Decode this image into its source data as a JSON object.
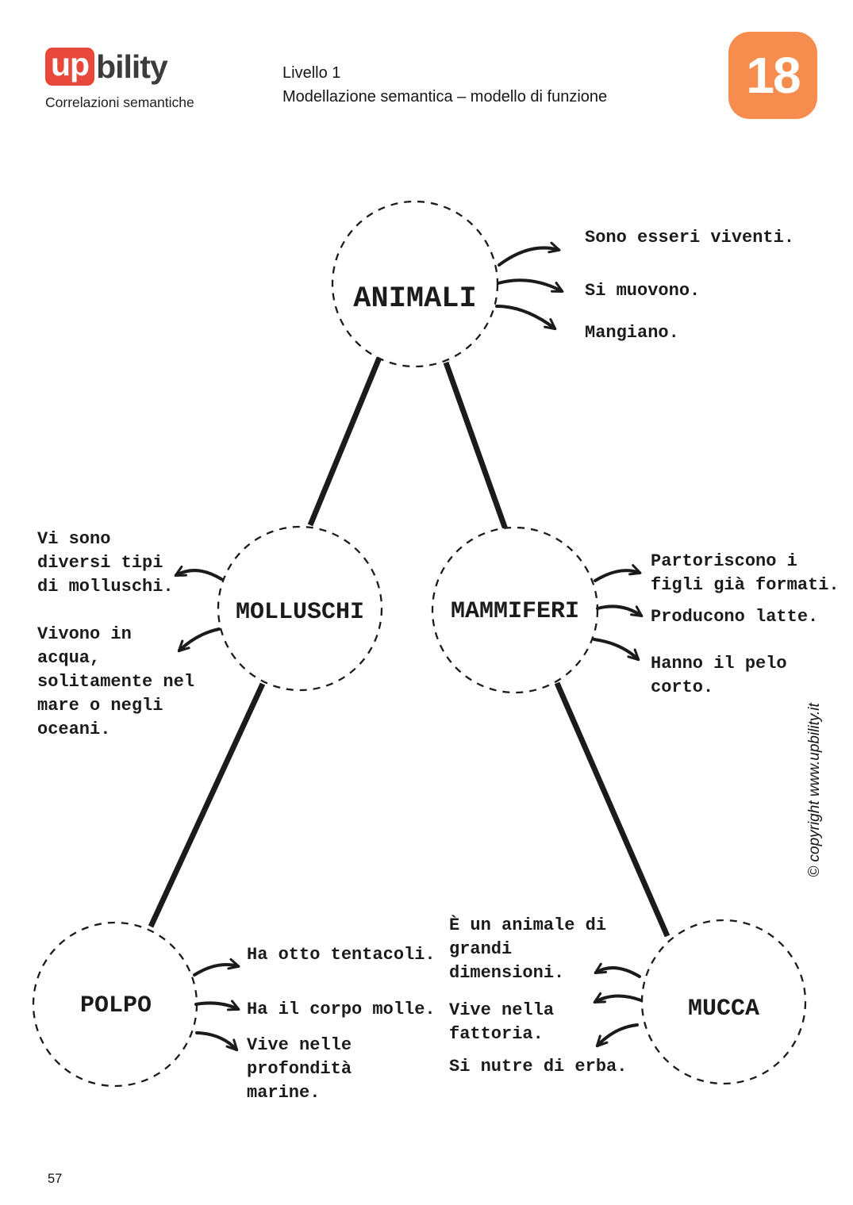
{
  "header": {
    "logo": {
      "up": "up",
      "bility": "bility",
      "tagline": "Correlazioni semantiche"
    },
    "level": "Livello 1",
    "subtitle": "Modellazione semantica – modello di funzione",
    "badge": "18"
  },
  "colors": {
    "ink": "#1b1b1b",
    "logo_red": "#e8473b",
    "logo_dark": "#3c3c3c",
    "badge_bg": "#f68d4f",
    "paper": "#ffffff"
  },
  "nodes": {
    "animali": {
      "label": "ANIMALI",
      "facts": [
        "Sono esseri viventi.",
        "Si muovono.",
        "Mangiano."
      ]
    },
    "molluschi": {
      "label": "MOLLUSCHI",
      "facts": [
        "Vi sono\ndiversi tipi\ndi molluschi.",
        "Vivono in\nacqua,\nsolitamente nel\nmare o negli\noceani."
      ]
    },
    "mammiferi": {
      "label": "MAMMIFERI",
      "facts": [
        "Partoriscono i\nfigli già formati.",
        "Producono latte.",
        "Hanno il pelo\ncorto."
      ]
    },
    "polpo": {
      "label": "POLPO",
      "facts": [
        "Ha otto tentacoli.",
        "Ha il corpo molle.",
        "Vive nelle\nprofondità\nmarine."
      ]
    },
    "mucca": {
      "label": "MUCCA",
      "facts": [
        "È un animale di\ngrandi\ndimensioni.",
        "Vive nella\nfattoria.",
        "Si nutre di erba."
      ]
    }
  },
  "footer": {
    "page_number": "57"
  },
  "copyright": "© copyright www.upbility.it"
}
